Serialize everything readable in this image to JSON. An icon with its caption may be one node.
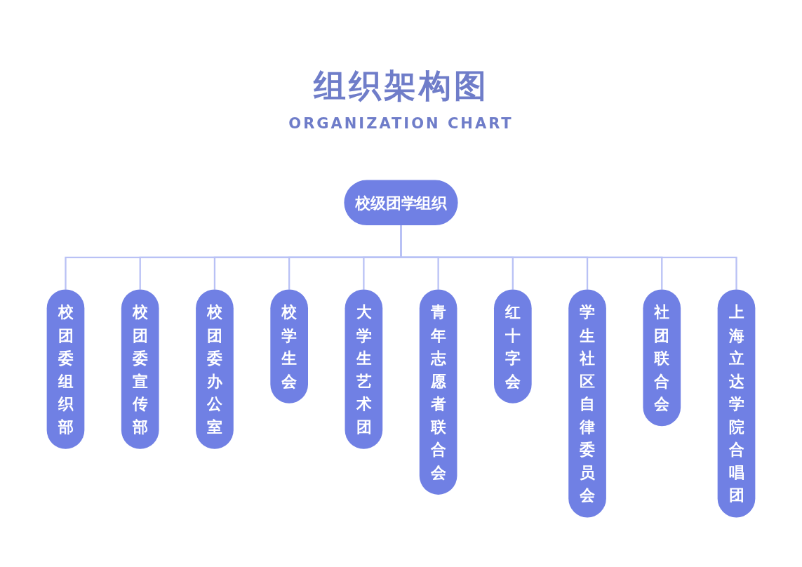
{
  "diagram": {
    "title": "组织架构图",
    "nodes": [
      {
        "text": [
          "校级团学组织"
        ]
      },
      {
        "text": [
          "校团委组织部"
        ]
      },
      {
        "text": [
          "校团委宣传部"
        ]
      },
      {
        "text": [
          "校团委办公室"
        ]
      },
      {
        "text": [
          "校学生会"
        ]
      },
      {
        "text": [
          "大学生艺术团"
        ]
      },
      {
        "text": [
          "青年志愿者联合会"
        ]
      },
      {
        "text": [
          "红十字会"
        ]
      },
      {
        "text": [
          "学生社区自律委员会"
        ]
      },
      {
        "text": [
          "社团联合会"
        ]
      },
      {
        "text": [
          "上海立达学院合唱团"
        ]
      }
    ],
    "edges": [
      {
        "from": 0,
        "to": 1,
        "arrow": "none"
      },
      {
        "from": 0,
        "to": 2,
        "arrow": "none"
      },
      {
        "from": 0,
        "to": 3,
        "arrow": "none"
      },
      {
        "from": 0,
        "to": 4,
        "arrow": "none"
      },
      {
        "from": 0,
        "to": 5,
        "arrow": "none"
      },
      {
        "from": 0,
        "to": 6,
        "arrow": "none"
      },
      {
        "from": 0,
        "to": 7,
        "arrow": "none"
      },
      {
        "from": 0,
        "to": 8,
        "arrow": "none"
      },
      {
        "from": 0,
        "to": 9,
        "arrow": "none"
      },
      {
        "from": 0,
        "to": 10,
        "arrow": "none"
      }
    ],
    "labels": [
      "ORGANIZATION CHART"
    ]
  }
}
